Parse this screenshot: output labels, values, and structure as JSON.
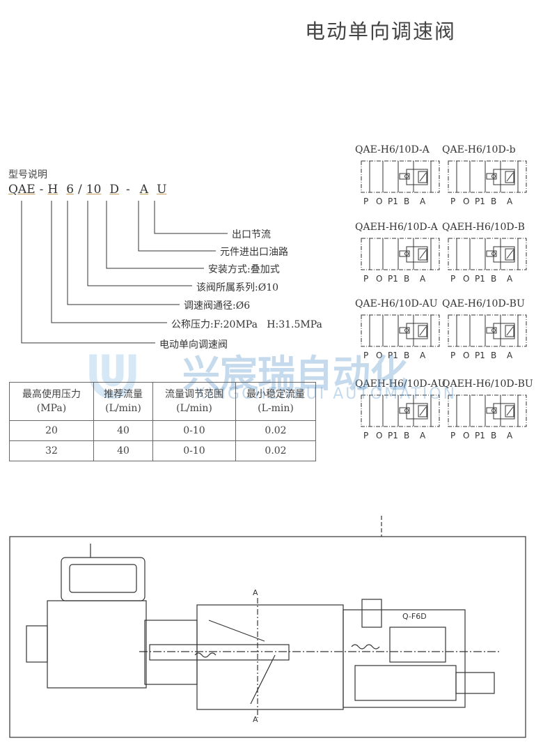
{
  "title": "电动单向调速阀",
  "model_explanation": {
    "heading": "型号说明",
    "code_parts": [
      "QAE",
      "-",
      "H",
      "6",
      "/",
      "10",
      "D",
      "-",
      "A",
      "U"
    ],
    "legend": [
      "出口节流",
      "元件进出口油路",
      "安装方式:叠加式",
      "该阀所属系列:Ø10",
      "调速阀通径:Ø6",
      "公称压力:F:20MPa   H:31.5MPa",
      "电动单向调速阀"
    ]
  },
  "schematics": [
    {
      "title": "QAE-H6/10D-A",
      "ports": [
        "P",
        "O",
        "P1",
        "B",
        "A"
      ]
    },
    {
      "title": "QAE-H6/10D-b",
      "ports": [
        "P",
        "O",
        "P1",
        "B",
        "A"
      ]
    },
    {
      "title": "QAEH-H6/10D-A",
      "ports": [
        "P",
        "O",
        "P1",
        "B",
        "A"
      ]
    },
    {
      "title": "QAEH-H6/10D-B",
      "ports": [
        "P",
        "O",
        "P1",
        "B",
        "A"
      ]
    },
    {
      "title": "QAE-H6/10D-AU",
      "ports": [
        "P",
        "O",
        "P1",
        "B",
        "A"
      ]
    },
    {
      "title": "QAE-H6/10D-BU",
      "ports": [
        "P",
        "O",
        "P1",
        "B",
        "A"
      ]
    },
    {
      "title": "QAEH-H6/10D-AU",
      "ports": [
        "P",
        "O",
        "P1",
        "B",
        "A"
      ]
    },
    {
      "title": "QAEH-H6/10D-BU",
      "ports": [
        "P",
        "O",
        "P1",
        "B",
        "A"
      ]
    }
  ],
  "spec_table": {
    "headers": [
      [
        "最高使用压力",
        "(MPa)"
      ],
      [
        "推荐流量",
        "(L/min)"
      ],
      [
        "流量调节范围",
        "(L/min)"
      ],
      [
        "最小稳定流量",
        "(L-min)"
      ]
    ],
    "rows": [
      [
        "20",
        "40",
        "0-10",
        "0.02"
      ],
      [
        "32",
        "40",
        "0-10",
        "0.02"
      ]
    ]
  },
  "watermark": {
    "cn": "兴宸瑞自动化",
    "en": "XINGCHENRUI AUTOMATION"
  },
  "drawing": {
    "section_top": "A",
    "section_bottom": "A",
    "part_label": "Q-F6D"
  }
}
